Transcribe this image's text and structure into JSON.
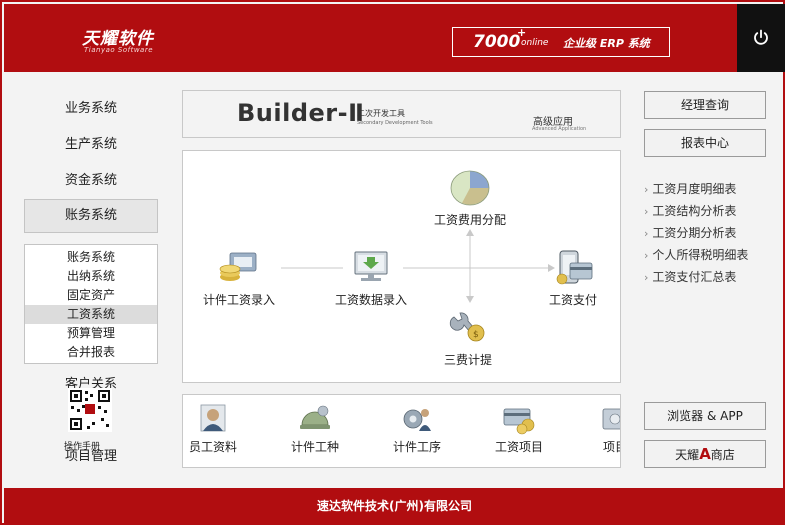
{
  "header": {
    "logo_cn": "天耀软件",
    "logo_en": "Tianyao Software",
    "erp_number": "7000",
    "erp_plus": "+",
    "erp_online": "online",
    "erp_title": "企业级 ERP 系统"
  },
  "nav": {
    "items": [
      "业务系统",
      "生产系统",
      "资金系统",
      "账务系统"
    ],
    "sub_items": [
      "账务系统",
      "出纳系统",
      "固定资产",
      "工资系统",
      "预算管理",
      "合并报表"
    ],
    "lower_items": [
      "客户关系",
      "项目管理"
    ],
    "manual_label": "操作手册"
  },
  "builder": {
    "title": "Builder-Ⅱ",
    "subtitle_cn": "二次开发工具",
    "subtitle_en": "Secondary Development Tools",
    "advanced_cn": "高级应用",
    "advanced_en": "Advanced Application"
  },
  "flow": {
    "nodes": {
      "fee_allocation": "工资费用分配",
      "piece_entry": "计件工资录入",
      "data_entry": "工资数据录入",
      "payment": "工资支付",
      "three_fees": "三费计提"
    }
  },
  "iconbar": {
    "items": [
      "员工资料",
      "计件工种",
      "计件工序",
      "工资项目",
      "项目"
    ]
  },
  "right": {
    "manager_query": "经理查询",
    "report_center": "报表中心",
    "reports": [
      "工资月度明细表",
      "工资结构分析表",
      "工资分期分析表",
      "个人所得税明细表",
      "工资支付汇总表"
    ],
    "browser_app": "浏览器 & APP",
    "shop_prefix": "天耀",
    "shop_letter": "A",
    "shop_suffix": "商店"
  },
  "footer": {
    "company": "速达软件技术(广州)有限公司"
  },
  "colors": {
    "brand_red": "#b10d10",
    "power_bg": "#111111",
    "panel_border": "#c8c8c8"
  },
  "icons": [
    "power-icon",
    "qr-code-icon",
    "pie-chart-icon",
    "coin-machine-icon",
    "monitor-download-icon",
    "phone-card-icon",
    "wrench-coin-icon",
    "person-icon",
    "helmet-icon",
    "gear-person-icon",
    "card-coins-icon",
    "box-icon"
  ]
}
